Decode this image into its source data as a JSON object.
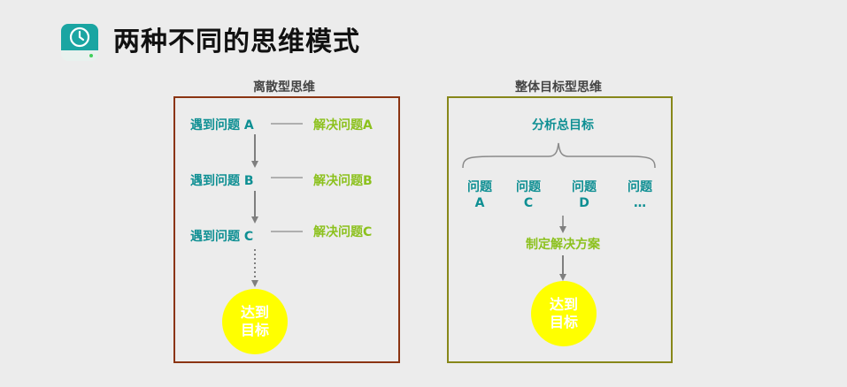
{
  "header": {
    "title": "两种不同的思维模式",
    "icon": "clock-app-icon"
  },
  "left_panel": {
    "title": "离散型思维",
    "rows": [
      {
        "problem": "遇到问题 A",
        "solution": "解决问题A"
      },
      {
        "problem": "遇到问题 B",
        "solution": "解决问题B"
      },
      {
        "problem": "遇到问题 C",
        "solution": "解决问题C"
      }
    ],
    "goal_line1": "达到",
    "goal_line2": "目标"
  },
  "right_panel": {
    "title": "整体目标型思维",
    "top": "分析总目标",
    "problems": [
      {
        "line1": "问题",
        "line2": "A"
      },
      {
        "line1": "问题",
        "line2": "C"
      },
      {
        "line1": "问题",
        "line2": "D"
      },
      {
        "line1": "问题",
        "line2": "…"
      }
    ],
    "plan": "制定解决方案",
    "goal_line1": "达到",
    "goal_line2": "目标"
  },
  "colors": {
    "teal": "#0e8f93",
    "green": "#8cc11d",
    "left_border": "#8b3412",
    "right_border": "#878719",
    "goal": "#ffff00"
  }
}
